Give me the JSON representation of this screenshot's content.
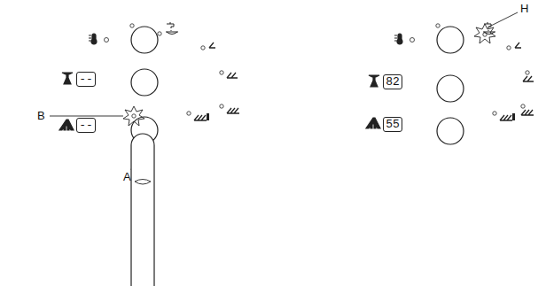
{
  "diagram": {
    "nodes": [
      {
        "text": [
          "--"
        ]
      },
      {
        "text": [
          "--"
        ]
      },
      {
        "text": [
          "82"
        ]
      },
      {
        "text": [
          "55"
        ]
      }
    ],
    "labels": [
      "B",
      "A",
      "H"
    ]
  }
}
